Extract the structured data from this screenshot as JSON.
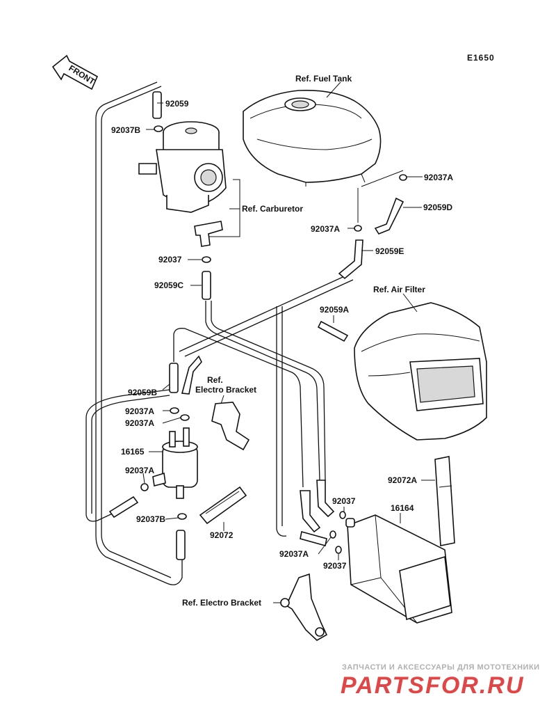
{
  "diagram_code": "E1650",
  "front_label": "FRONT",
  "refs": {
    "fuel_tank": "Ref. Fuel Tank",
    "carburetor": "Ref. Carburetor",
    "air_filter": "Ref. Air Filter",
    "electro_bracket_1a": "Ref.",
    "electro_bracket_1b": "Electro Bracket",
    "electro_bracket_2": "Ref. Electro Bracket"
  },
  "parts": {
    "p92059": "92059",
    "p92037B_top": "92037B",
    "p92037A_tank": "92037A",
    "p92059D": "92059D",
    "p92037A_mid": "92037A",
    "p92059E": "92059E",
    "p92037": "92037",
    "p92059C": "92059C",
    "p92059A": "92059A",
    "p92059B": "92059B",
    "p92037A_1": "92037A",
    "p92037A_2": "92037A",
    "p16165": "16165",
    "p92037A_3": "92037A",
    "p92037B_bot": "92037B",
    "p92072": "92072",
    "p92072A": "92072A",
    "p16164": "16164",
    "p92037_right": "92037",
    "p92037A_right": "92037A",
    "p92037_right2": "92037"
  },
  "watermark": {
    "tagline": "ЗАПЧАСТИ И АКСЕССУАРЫ ДЛЯ МОТОТЕХНИКИ",
    "brand": "PARTSFOR.RU"
  }
}
